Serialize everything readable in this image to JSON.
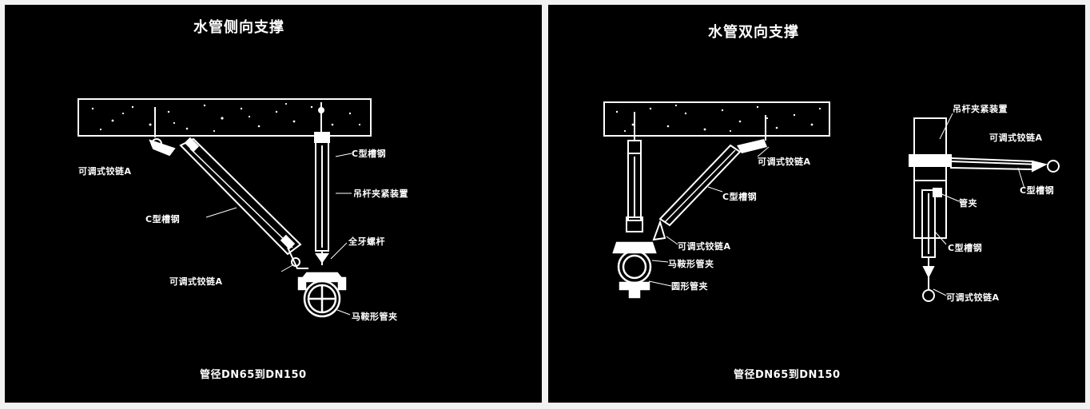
{
  "left": {
    "title": "水管侧向支撑",
    "labels": {
      "hinge_top": "可调式铰链A",
      "c_channel_vertical": "C型槽钢",
      "rod_bracing": "吊杆夹紧装置",
      "c_channel_diagonal": "C型槽钢",
      "threaded_rod": "全牙螺杆",
      "hinge_bottom": "可调式铰链A",
      "clamp": "马鞍形管夹"
    },
    "caption": "管径DN65到DN150"
  },
  "right": {
    "title": "水管双向支撑",
    "labels": {
      "hinge_top": "可调式铰链A",
      "c_channel": "C型槽钢",
      "hinge_bottom": "可调式铰链A",
      "saddle_clamp": "马鞍形管夹",
      "round_clamp": "圆形管夹"
    },
    "side": {
      "rod_bracing": "吊杆夹紧装置",
      "hinge_right": "可调式铰链A",
      "c_channel_horizontal": "C型槽钢",
      "pipe_clamp": "管夹",
      "c_channel_vertical": "C型槽钢",
      "hinge_bottom": "可调式铰链A"
    },
    "caption": "管径DN65到DN150"
  }
}
